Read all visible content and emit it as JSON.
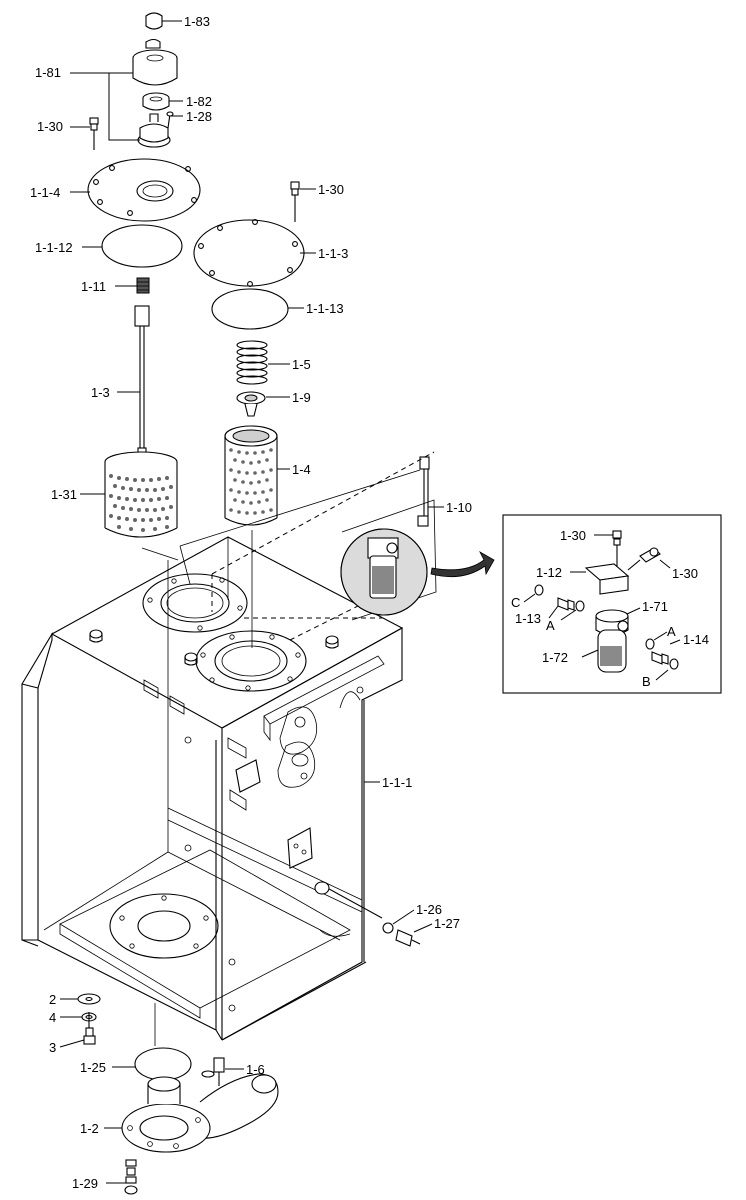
{
  "labels": [
    {
      "id": "1-83",
      "text": "1-83"
    },
    {
      "id": "1-81",
      "text": "1-81"
    },
    {
      "id": "1-82",
      "text": "1-82"
    },
    {
      "id": "1-28",
      "text": "1-28"
    },
    {
      "id": "1-30a",
      "text": "1-30"
    },
    {
      "id": "1-1-4",
      "text": "1-1-4"
    },
    {
      "id": "1-30b",
      "text": "1-30"
    },
    {
      "id": "1-1-12",
      "text": "1-1-12"
    },
    {
      "id": "1-1-3",
      "text": "1-1-3"
    },
    {
      "id": "1-11",
      "text": "1-11"
    },
    {
      "id": "1-1-13",
      "text": "1-1-13"
    },
    {
      "id": "1-5",
      "text": "1-5"
    },
    {
      "id": "1-3",
      "text": "1-3"
    },
    {
      "id": "1-9",
      "text": "1-9"
    },
    {
      "id": "1-4",
      "text": "1-4"
    },
    {
      "id": "1-31",
      "text": "1-31"
    },
    {
      "id": "1-10",
      "text": "1-10"
    },
    {
      "id": "1-1-1",
      "text": "1-1-1"
    },
    {
      "id": "1-26",
      "text": "1-26"
    },
    {
      "id": "1-27",
      "text": "1-27"
    },
    {
      "id": "2",
      "text": "2"
    },
    {
      "id": "4",
      "text": "4"
    },
    {
      "id": "3",
      "text": "3"
    },
    {
      "id": "1-25",
      "text": "1-25"
    },
    {
      "id": "1-6",
      "text": "1-6"
    },
    {
      "id": "1-2",
      "text": "1-2"
    },
    {
      "id": "1-29",
      "text": "1-29"
    }
  ],
  "inset": {
    "labels": [
      {
        "id": "in-1-30a",
        "text": "1-30"
      },
      {
        "id": "in-1-12",
        "text": "1-12"
      },
      {
        "id": "in-1-30b",
        "text": "1-30"
      },
      {
        "id": "in-C",
        "text": "C"
      },
      {
        "id": "in-1-71",
        "text": "1-71"
      },
      {
        "id": "in-1-13",
        "text": "1-13"
      },
      {
        "id": "in-A1",
        "text": "A"
      },
      {
        "id": "in-A2",
        "text": "A"
      },
      {
        "id": "in-1-14",
        "text": "1-14"
      },
      {
        "id": "in-1-72",
        "text": "1-72"
      },
      {
        "id": "in-B",
        "text": "B"
      }
    ]
  }
}
